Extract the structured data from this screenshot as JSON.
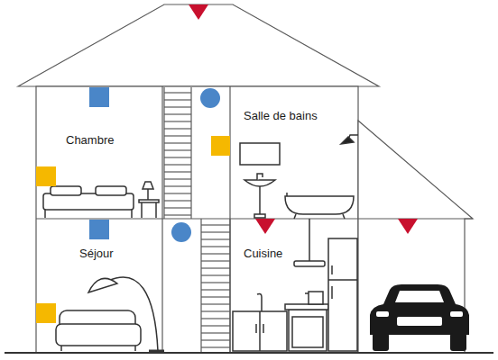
{
  "diagram": {
    "nodes": [
      {
        "text": [
          "Chambre"
        ]
      },
      {
        "text": [
          "Salle de bains"
        ]
      },
      {
        "text": [
          "Séjour"
        ]
      },
      {
        "text": [
          "Cuisine"
        ]
      }
    ]
  }
}
